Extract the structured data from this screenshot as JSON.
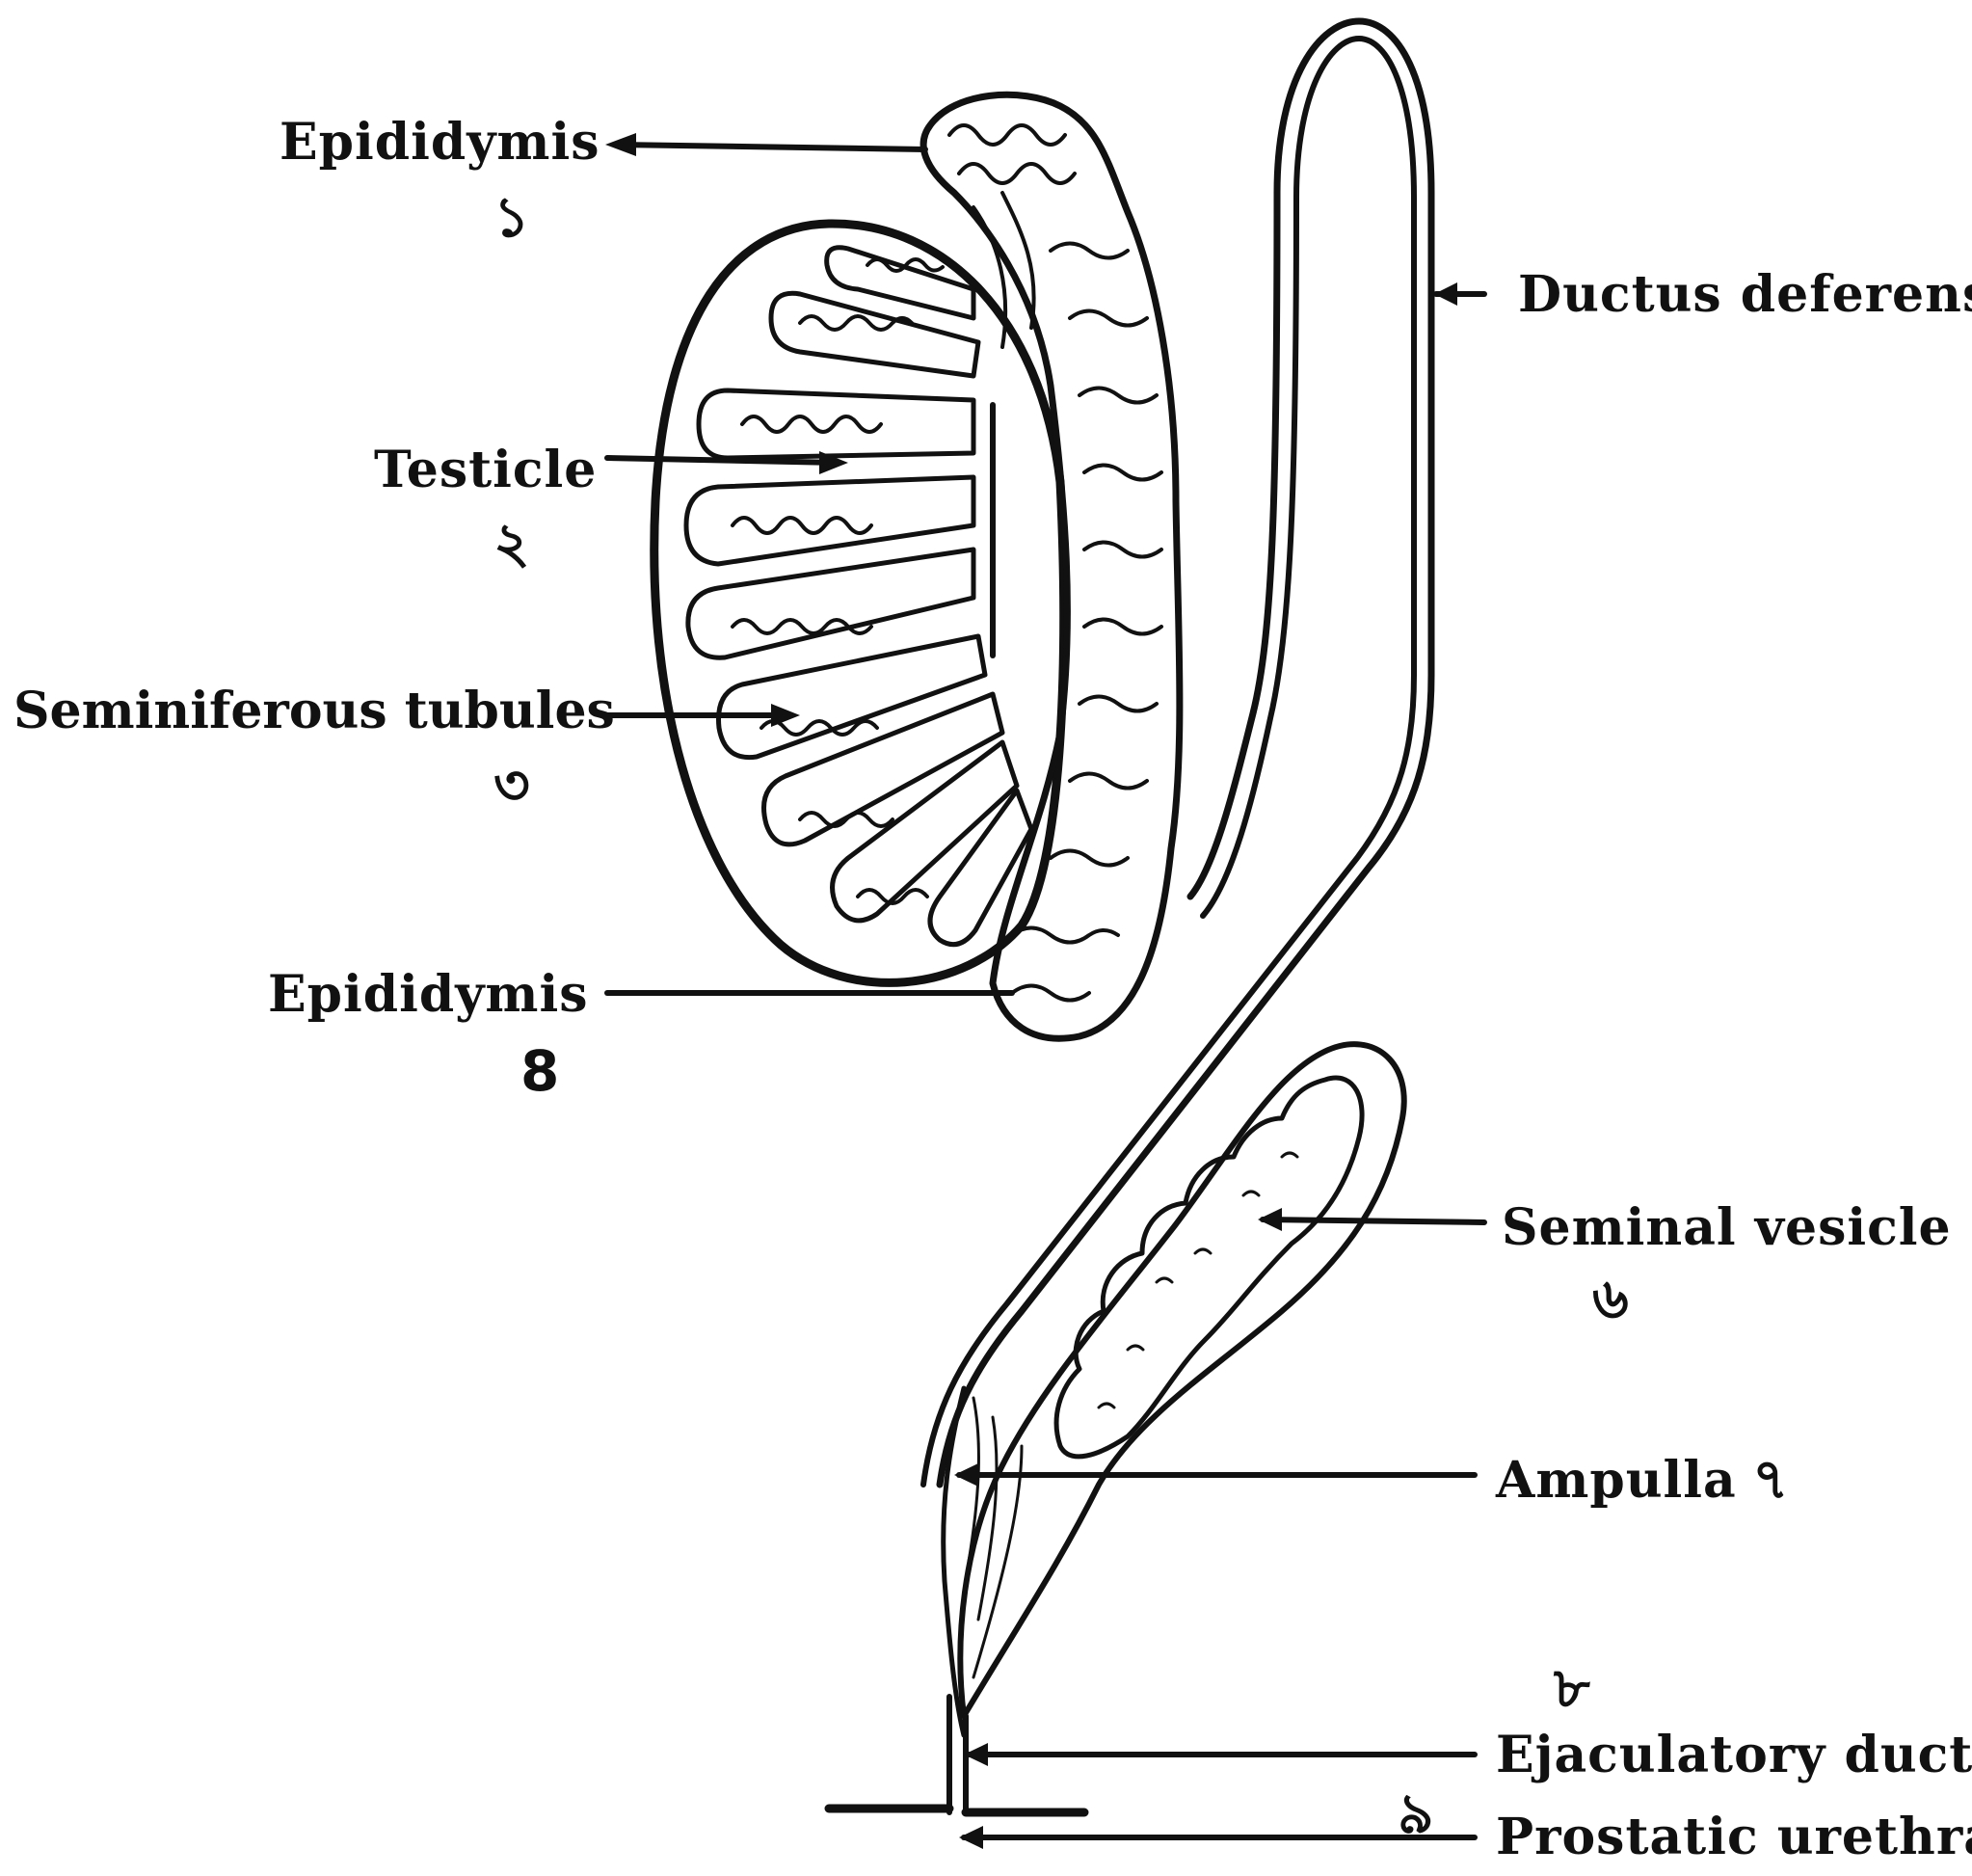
{
  "diagram": {
    "ink_color": "#111111",
    "background_color": "#ffffff",
    "labels": {
      "epididymis_head": "Epididymis",
      "ductus_deferens": "Ductus deferens",
      "testicle": "Testicle",
      "seminiferous_tubules": "Seminiferous tubules",
      "epididymis_tail": "Epididymis",
      "seminal_vesicle": "Seminal vesicle",
      "ampulla": "Ampulla",
      "ejaculatory_duct": "Ejaculatory duct",
      "prostatic_urethra": "Prostatic urethra"
    },
    "numbers": {
      "epididymis_head": "১",
      "testicle": "২",
      "seminiferous_tubules": "৩",
      "epididymis_tail": "8",
      "seminal_vesicle": "৬",
      "ampulla": "৭",
      "ejaculatory_duct": "৮",
      "prostatic_urethra": "৯"
    }
  }
}
